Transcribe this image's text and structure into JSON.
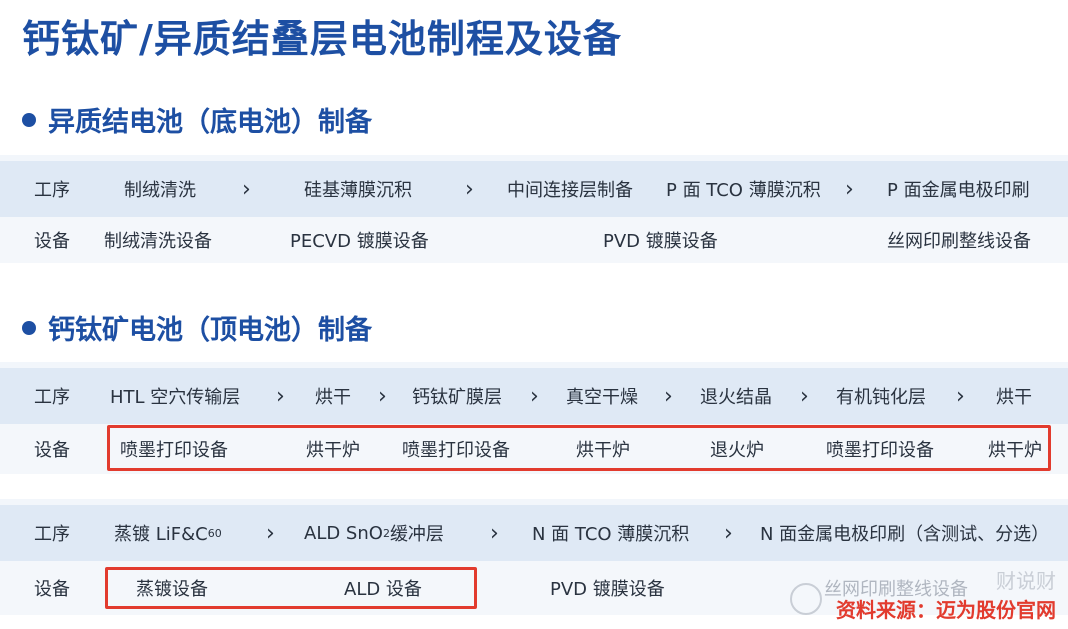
{
  "title": "钙钛矿/异质结叠层电池制程及设备",
  "sections": [
    {
      "heading": "异质结电池（底电池）制备"
    },
    {
      "heading": "钙钛矿电池（顶电池）制备"
    }
  ],
  "table1": {
    "process_label": "工序",
    "equip_label": "设备",
    "steps": [
      "制绒清洗",
      "硅基薄膜沉积",
      "中间连接层制备",
      "P 面 TCO 薄膜沉积",
      "P 面金属电极印刷"
    ],
    "equipment": [
      "制绒清洗设备",
      "PECVD 镀膜设备",
      "PVD 镀膜设备",
      "丝网印刷整线设备"
    ]
  },
  "table2": {
    "process_label": "工序",
    "equip_label": "设备",
    "steps": [
      "HTL 空穴传输层",
      "烘干",
      "钙钛矿膜层",
      "真空干燥",
      "退火结晶",
      "有机钝化层",
      "烘干"
    ],
    "equipment": [
      "喷墨打印设备",
      "烘干炉",
      "喷墨打印设备",
      "烘干炉",
      "退火炉",
      "喷墨打印设备",
      "烘干炉"
    ]
  },
  "table3": {
    "process_label": "工序",
    "equip_label": "设备",
    "step1_main": "蒸镀 LiF&C",
    "step1_sub": "60",
    "step2_main": "ALD SnO",
    "step2_sub": "2",
    "step2_tail": "缓冲层",
    "steps_rest": [
      "N 面 TCO 薄膜沉积",
      "N 面金属电极印刷（含测试、分选）"
    ],
    "equipment": [
      "蒸镀设备",
      "ALD 设备",
      "PVD 镀膜设备",
      "丝网印刷整线设备"
    ]
  },
  "chevron": "›",
  "watermark": {
    "line1": "财说财",
    "line2": "资料来源：迈为股份官网"
  },
  "colors": {
    "accent": "#1d4fa3",
    "highlight": "#e23b2e"
  }
}
